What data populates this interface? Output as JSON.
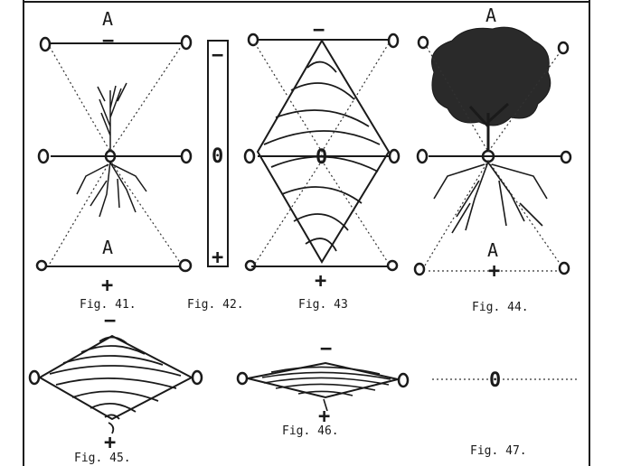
{
  "figures": {
    "fig41": {
      "caption": "Fig. 41.",
      "top_label": "A",
      "bottom_label": "A",
      "top_sign": "−",
      "bottom_sign": "+"
    },
    "fig42": {
      "caption": "Fig. 42.",
      "top_sign": "−",
      "middle_mark": "0",
      "bottom_sign": "+"
    },
    "fig43": {
      "caption": "Fig. 43",
      "top_sign": "−",
      "middle_mark": "0",
      "bottom_sign": "+"
    },
    "fig44": {
      "caption": "Fig. 44.",
      "top_label": "A",
      "bottom_label": "A",
      "bottom_sign": "+"
    },
    "fig45": {
      "caption": "Fig. 45.",
      "top_sign": "−",
      "bottom_sign": "+"
    },
    "fig46": {
      "caption": "Fig. 46.",
      "top_sign": "−",
      "bottom_sign": "+"
    },
    "fig47": {
      "caption": "Fig. 47.",
      "middle_mark": "0"
    }
  },
  "colors": {
    "ink": "#1a1a1a",
    "paper": "#ffffff"
  }
}
